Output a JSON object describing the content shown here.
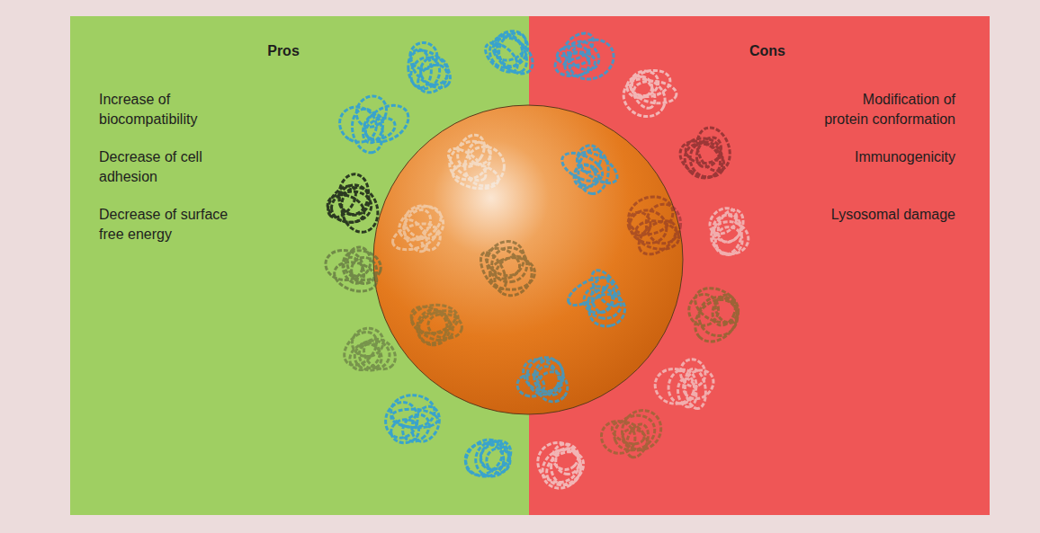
{
  "diagram": {
    "nodes": [
      {
        "text": [
          "Pros",
          "Increase of biocompatibility",
          "Decrease of cell adhesion",
          "Decrease of surface free energy"
        ]
      },
      {
        "text": [
          "Cons",
          "Modification of protein conformation",
          "Immunogenicity",
          "Lysosomal damage"
        ]
      }
    ]
  }
}
